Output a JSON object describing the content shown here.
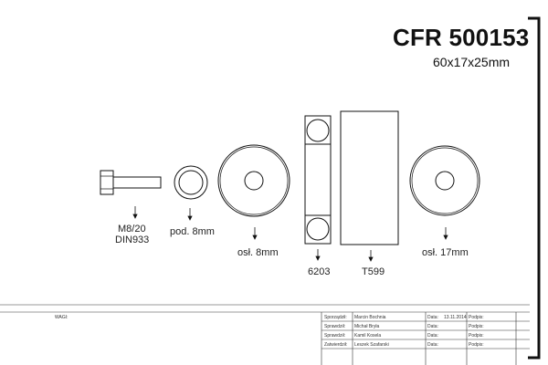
{
  "header": {
    "part_number": "CFR 500153",
    "dimensions": "60x17x25mm"
  },
  "components": {
    "bolt_label_1": "M8/20",
    "bolt_label_2": "DIN933",
    "small_washer_label": "pod. 8mm",
    "washer_8_label": "osł. 8mm",
    "bearing_label": "6203",
    "sleeve_label": "T599",
    "washer_17_label": "osł. 17mm"
  },
  "title_block": {
    "weight_label": "WAGI:",
    "rows": [
      {
        "role": "Sporządził:",
        "name": "Marcin Bochnia",
        "date_label": "Data:",
        "date": "13.11.2014",
        "sign_label": "Podpis:"
      },
      {
        "role": "Sprawdził:",
        "name": "Michał Bryła",
        "date_label": "Data:",
        "date": "",
        "sign_label": "Podpis:"
      },
      {
        "role": "Sprawdził:",
        "name": "Kamil Kosela",
        "date_label": "Data:",
        "date": "",
        "sign_label": "Podpis:"
      },
      {
        "role": "Zatwierdził:",
        "name": "Leszek Szafarski",
        "date_label": "Data:",
        "date": "",
        "sign_label": "Podpis:"
      }
    ]
  }
}
